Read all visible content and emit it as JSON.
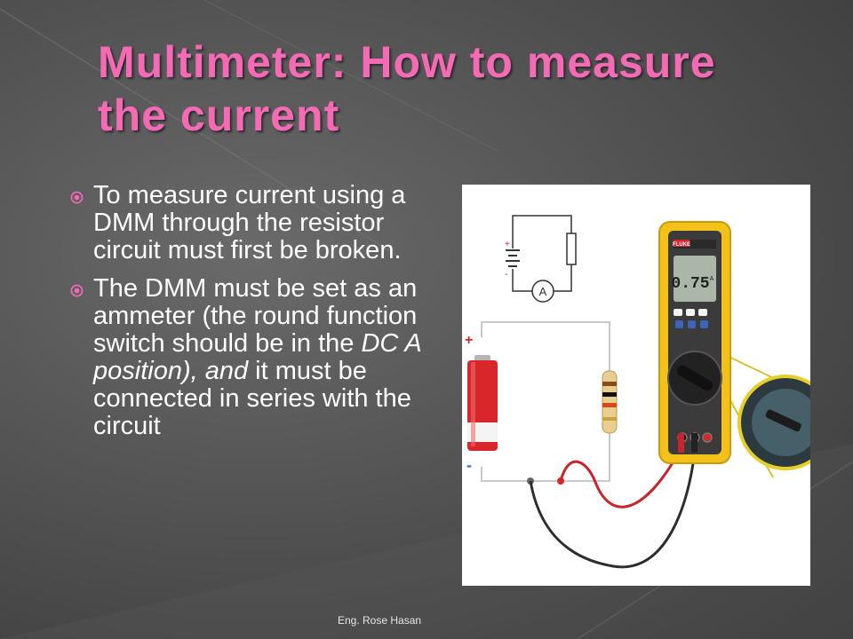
{
  "slide": {
    "title_line1": "Multimeter: How to measure",
    "title_line2": "the current",
    "bullets": [
      {
        "text_before": "To measure current using a DMM through the resistor circuit must first be broken.",
        "italic": "",
        "text_after": ""
      },
      {
        "text_before": "The DMM must be set as an ammeter (the round function switch should be in the ",
        "italic": "DC A position), and",
        "text_after": " it must be connected in series with the circuit"
      }
    ],
    "footer": "Eng. Rose Hasan"
  },
  "diagram": {
    "ammeter_label": "A",
    "plus_sign": "+",
    "minus_sign": "-",
    "display_reading": "0.75",
    "display_unit": "A",
    "brand": "FLUKE"
  },
  "colors": {
    "title": "#f46ab4",
    "text": "#ffffff",
    "bullet": "#f46ab4",
    "meter_body": "#f2c21a",
    "battery": "#d8262b"
  },
  "icons": {
    "bullet": "circled-dot-icon"
  }
}
